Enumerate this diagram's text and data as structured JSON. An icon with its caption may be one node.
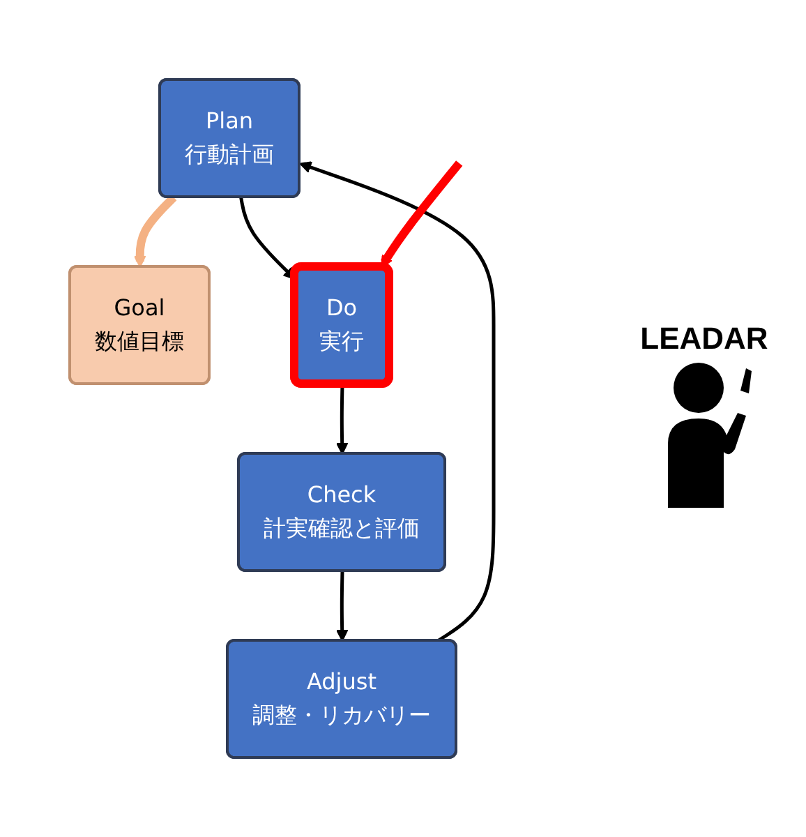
{
  "diagram": {
    "nodes": [
      {
        "text": [
          "Goal",
          "数値目標"
        ]
      },
      {
        "text": [
          "Plan",
          "行動計画"
        ]
      },
      {
        "text": [
          "Do",
          "実行"
        ]
      },
      {
        "text": [
          "Adjust",
          "調整・リカバリー"
        ]
      },
      {
        "text": [
          "Check",
          "計実確認と評価"
        ]
      }
    ],
    "edges": [
      {
        "from": 1,
        "to": 0,
        "arrow": "to",
        "style": "thick",
        "color": "#f4b183"
      },
      {
        "from": 1,
        "to": 2,
        "arrow": "to"
      },
      {
        "from": 2,
        "to": 4,
        "arrow": "to"
      },
      {
        "from": 4,
        "to": 3,
        "arrow": "to"
      },
      {
        "from": 3,
        "to": 1,
        "arrow": "to"
      },
      {
        "from": null,
        "to": 2,
        "arrow": "to",
        "style": "thick",
        "color": "#ff0000"
      }
    ],
    "labels": [
      "LEADAR"
    ]
  }
}
